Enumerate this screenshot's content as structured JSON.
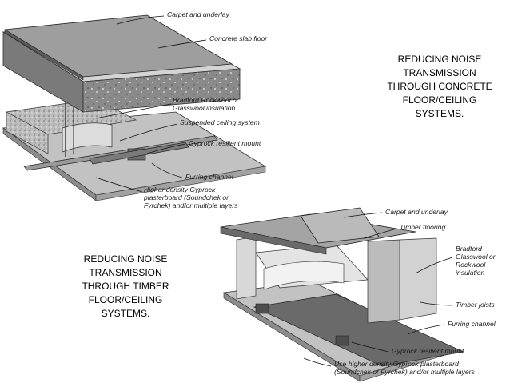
{
  "titles": {
    "concrete": [
      "REDUCING NOISE",
      "TRANSMISSION",
      "THROUGH CONCRETE",
      "FLOOR/CEILING",
      "SYSTEMS."
    ],
    "timber": [
      "REDUCING NOISE",
      "TRANSMISSION",
      "THROUGH TIMBER",
      "FLOOR/CEILING",
      "SYSTEMS."
    ]
  },
  "concrete_callouts": {
    "carpet": "Carpet and underlay",
    "slab": "Concrete slab floor",
    "insulation_1": "Bradford Rockwool or",
    "insulation_2": "Glasswool insulation",
    "ceiling": "Suspended ceiling system",
    "mount": "Gyprock resilient mount",
    "furring": "Furring channel",
    "board_1": "Higher density Gyprock",
    "board_2": "plasterboard (Soundchek or",
    "board_3": "Fyrchek) and/or multiple layers"
  },
  "timber_callouts": {
    "carpet": "Carpet and underlay",
    "flooring": "Timber flooring",
    "insulation_1": "Bradford",
    "insulation_2": "Glasswool or",
    "insulation_3": "Rockwool",
    "insulation_4": "insulation",
    "joists": "Timber joists",
    "furring": "Furring channel",
    "mount": "Gyprock resilient mount",
    "board_1": "Use higher density Gyprock plasterboard",
    "board_2": "(Soundchek or Fyrchek) and/or multiple layers"
  }
}
